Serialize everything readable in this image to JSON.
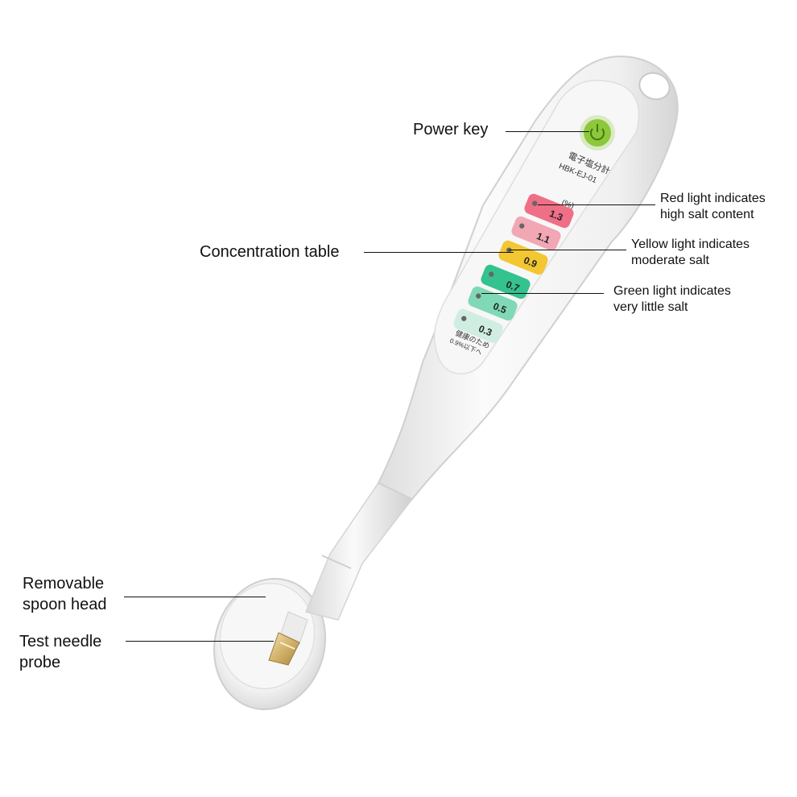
{
  "device": {
    "brand_text": "電子塩分計",
    "model": "HBK-EJ-01",
    "unit": "(%)",
    "levels": [
      {
        "value": "1.3",
        "color": "#ef6f86",
        "group": "red"
      },
      {
        "value": "1.1",
        "color": "#f2a7b4",
        "group": "red"
      },
      {
        "value": "0.9",
        "color": "#f3c732",
        "group": "yellow"
      },
      {
        "value": "0.7",
        "color": "#34c28f",
        "group": "green"
      },
      {
        "value": "0.5",
        "color": "#7fd9b6",
        "group": "green"
      },
      {
        "value": "0.3",
        "color": "#cfeee1",
        "group": "green"
      }
    ],
    "footer_line1": "健康のため",
    "footer_line2": "0.9%以下へ",
    "power_button_color": "#8cc83a",
    "body_color": "#f4f4f4"
  },
  "callouts": {
    "power_key": "Power key",
    "concentration_table": "Concentration table",
    "red_light": "Red light indicates\nhigh salt content",
    "yellow_light": "Yellow light indicates\nmoderate salt",
    "green_light": "Green light indicates\nvery little salt",
    "spoon_head": "Removable\nspoon head",
    "needle_probe": "Test needle\nprobe"
  }
}
